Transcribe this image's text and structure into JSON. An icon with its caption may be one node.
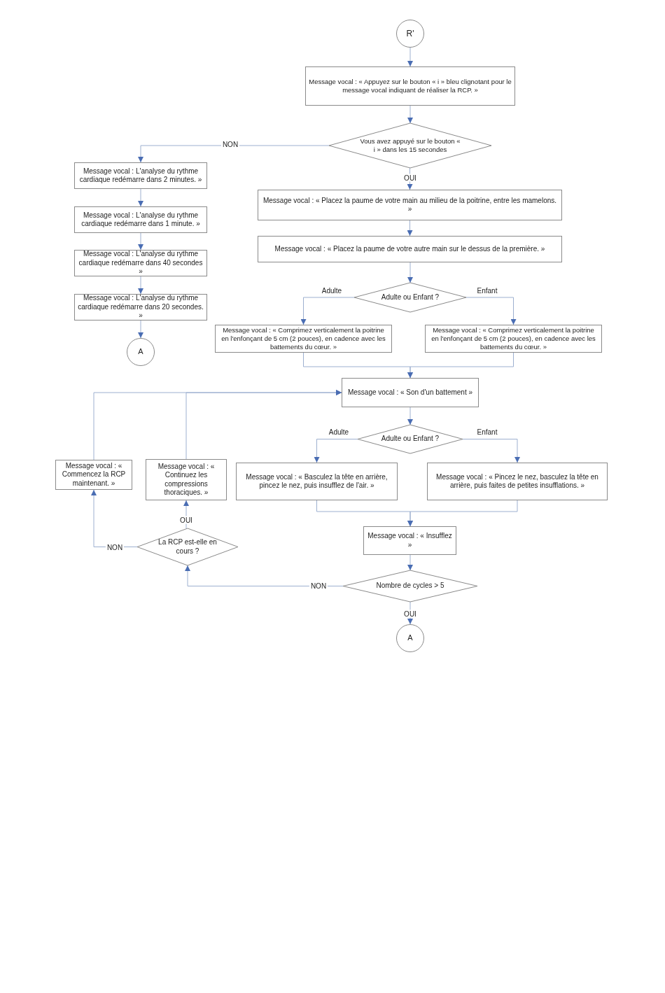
{
  "diagram": {
    "nodes": [
      {
        "text": [
          "R'"
        ]
      },
      {
        "text": [
          "Message vocal : « Appuyez sur le bouton « i » bleu clignotant pour le message vocal indiquant de réaliser la RCP. »"
        ]
      },
      {
        "text": [
          "Vous avez appuyé sur le bouton « i » dans les 15 secondes"
        ]
      },
      {
        "text": [
          "Message vocal : L'analyse du rythme cardiaque redémarre dans 2 minutes. »"
        ]
      },
      {
        "text": [
          "Message vocal : L'analyse du rythme cardiaque redémarre dans 1 minute. »"
        ]
      },
      {
        "text": [
          "Message vocal : L'analyse du rythme cardiaque redémarre dans 40 secondes »"
        ]
      },
      {
        "text": [
          "Message vocal : L'analyse du rythme cardiaque redémarre dans 20 secondes. »"
        ]
      },
      {
        "text": [
          "A"
        ]
      },
      {
        "text": [
          "Message vocal : « Placez la paume de votre main au milieu de la poitrine, entre les mamelons. »"
        ]
      },
      {
        "text": [
          "Message vocal : « Placez la paume de votre autre main sur le dessus de la première. »"
        ]
      },
      {
        "text": [
          "Adulte ou Enfant ?"
        ]
      },
      {
        "text": [
          "Message vocal : « Comprimez verticalement la poitrine en l'enfonçant de 5 cm (2 pouces), en cadence avec les battements du cœur. »"
        ]
      },
      {
        "text": [
          "Message vocal : « Comprimez verticalement la poitrine en l'enfonçant de 5 cm (2 pouces), en cadence avec les battements du cœur. »"
        ]
      },
      {
        "text": [
          "Message vocal : « Son d'un battement »"
        ]
      },
      {
        "text": [
          "Adulte ou Enfant ?"
        ]
      },
      {
        "text": [
          "Message vocal : « Basculez la tête en arrière, pincez le nez, puis insufflez de l'air. »"
        ]
      },
      {
        "text": [
          "Message vocal : « Pincez le nez, basculez la tête en arrière, puis faites de petites insufflations. »"
        ]
      },
      {
        "text": [
          "Message vocal : « Insufflez »"
        ]
      },
      {
        "text": [
          "Nombre de cycles > 5"
        ]
      },
      {
        "text": [
          "A"
        ]
      },
      {
        "text": [
          "La RCP est-elle en cours ?"
        ]
      },
      {
        "text": [
          "Message vocal : « Commencez la RCP maintenant. »"
        ]
      },
      {
        "text": [
          "Message vocal : « Continuez les compressions thoraciques. »"
        ]
      }
    ],
    "edges": [
      {
        "from": 0,
        "to": 1,
        "arrow": "to"
      },
      {
        "from": 1,
        "to": 2,
        "arrow": "to"
      },
      {
        "from": 2,
        "to": 3,
        "arrow": "to",
        "label": "NON"
      },
      {
        "from": 3,
        "to": 4,
        "arrow": "to"
      },
      {
        "from": 4,
        "to": 5,
        "arrow": "to"
      },
      {
        "from": 5,
        "to": 6,
        "arrow": "to"
      },
      {
        "from": 6,
        "to": 7,
        "arrow": "to"
      },
      {
        "from": 2,
        "to": 8,
        "arrow": "to",
        "label": "OUI"
      },
      {
        "from": 8,
        "to": 9,
        "arrow": "to"
      },
      {
        "from": 9,
        "to": 10,
        "arrow": "to"
      },
      {
        "from": 10,
        "to": 11,
        "arrow": "to",
        "label": "Adulte"
      },
      {
        "from": 10,
        "to": 12,
        "arrow": "to",
        "label": "Enfant"
      },
      {
        "from": 11,
        "to": 13,
        "arrow": "to"
      },
      {
        "from": 12,
        "to": 13,
        "arrow": "to"
      },
      {
        "from": 13,
        "to": 14,
        "arrow": "to"
      },
      {
        "from": 14,
        "to": 15,
        "arrow": "to",
        "label": "Adulte"
      },
      {
        "from": 14,
        "to": 16,
        "arrow": "to",
        "label": "Enfant"
      },
      {
        "from": 15,
        "to": 17,
        "arrow": "to"
      },
      {
        "from": 16,
        "to": 17,
        "arrow": "to"
      },
      {
        "from": 17,
        "to": 18,
        "arrow": "to"
      },
      {
        "from": 18,
        "to": 19,
        "arrow": "to",
        "label": "OUI"
      },
      {
        "from": 18,
        "to": 20,
        "arrow": "to",
        "label": "NON"
      },
      {
        "from": 20,
        "to": 22,
        "arrow": "to",
        "label": "OUI"
      },
      {
        "from": 20,
        "to": 21,
        "arrow": "to",
        "label": "NON"
      },
      {
        "from": 21,
        "to": 13,
        "arrow": "to"
      },
      {
        "from": 22,
        "to": 13,
        "arrow": "to"
      }
    ]
  }
}
